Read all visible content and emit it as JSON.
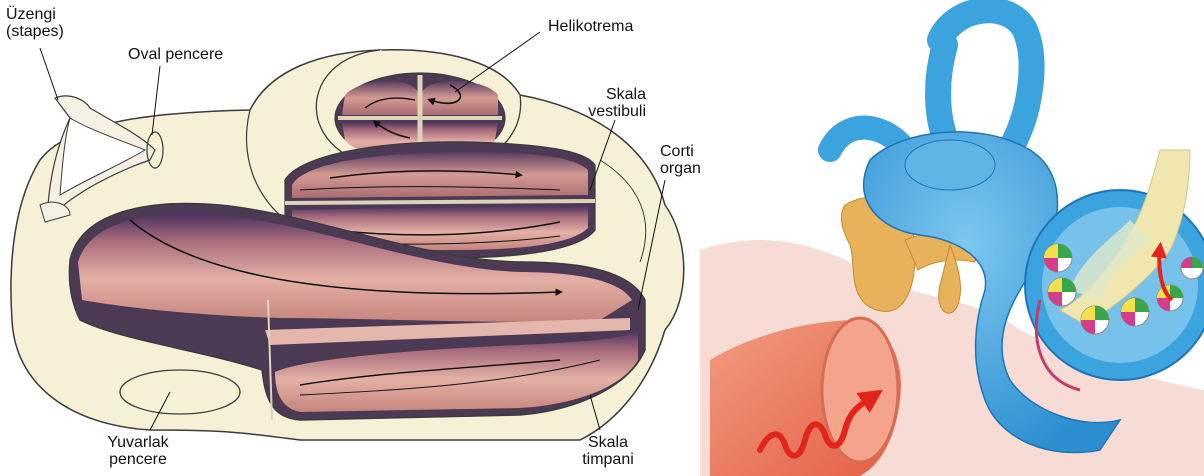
{
  "left_figure": {
    "labels": {
      "stapes": "Üzengi\n(stapes)",
      "oval_window": "Oval pencere",
      "helicotrema": "Helikotrema",
      "scala_vestibuli": "Skala\nvestibuli",
      "organ_of_corti": "Corti\norgan",
      "round_window": "Yuvarlak\npencere",
      "scala_tympani": "Skala\ntimpani"
    }
  },
  "colors": {
    "bone": "#f6f0d6",
    "bone_outline": "#3b3b3b",
    "duct_dark": "#5b3d62",
    "duct_tissue": "#c98a86",
    "duct_light": "#e9b7ae",
    "labyrinth_blue": "#3ba3de",
    "labyrinth_dark": "#1f74b8",
    "ossicle": "#e7b25a",
    "ear_canal": "#ee7a5e",
    "skin": "#f6dcd5",
    "arrow_red": "#e1251b"
  }
}
